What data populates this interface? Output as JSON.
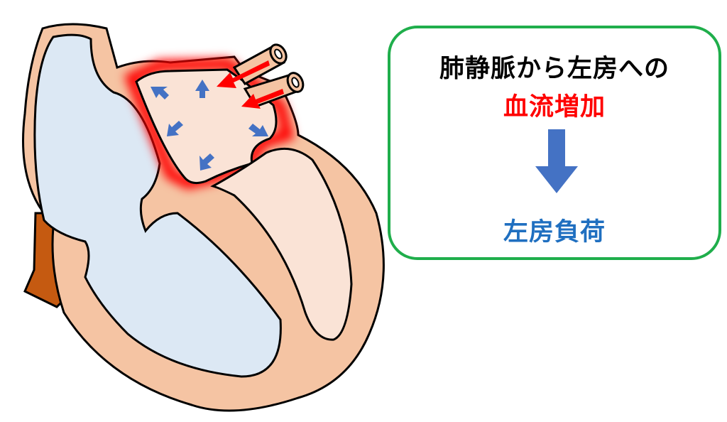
{
  "callout": {
    "line1": "肺静脈から左房への",
    "line2": "血流増加",
    "result": "左房負荷"
  },
  "colors": {
    "border": "#1fae4b",
    "emphasis": "#ff0000",
    "result": "#1f6fc0",
    "arrow": "#4472c4",
    "muscle": "#f5c4a3",
    "chamber_right": "#dce8f4",
    "chamber_left": "#fae3d6",
    "vessel": "#c55a11"
  }
}
